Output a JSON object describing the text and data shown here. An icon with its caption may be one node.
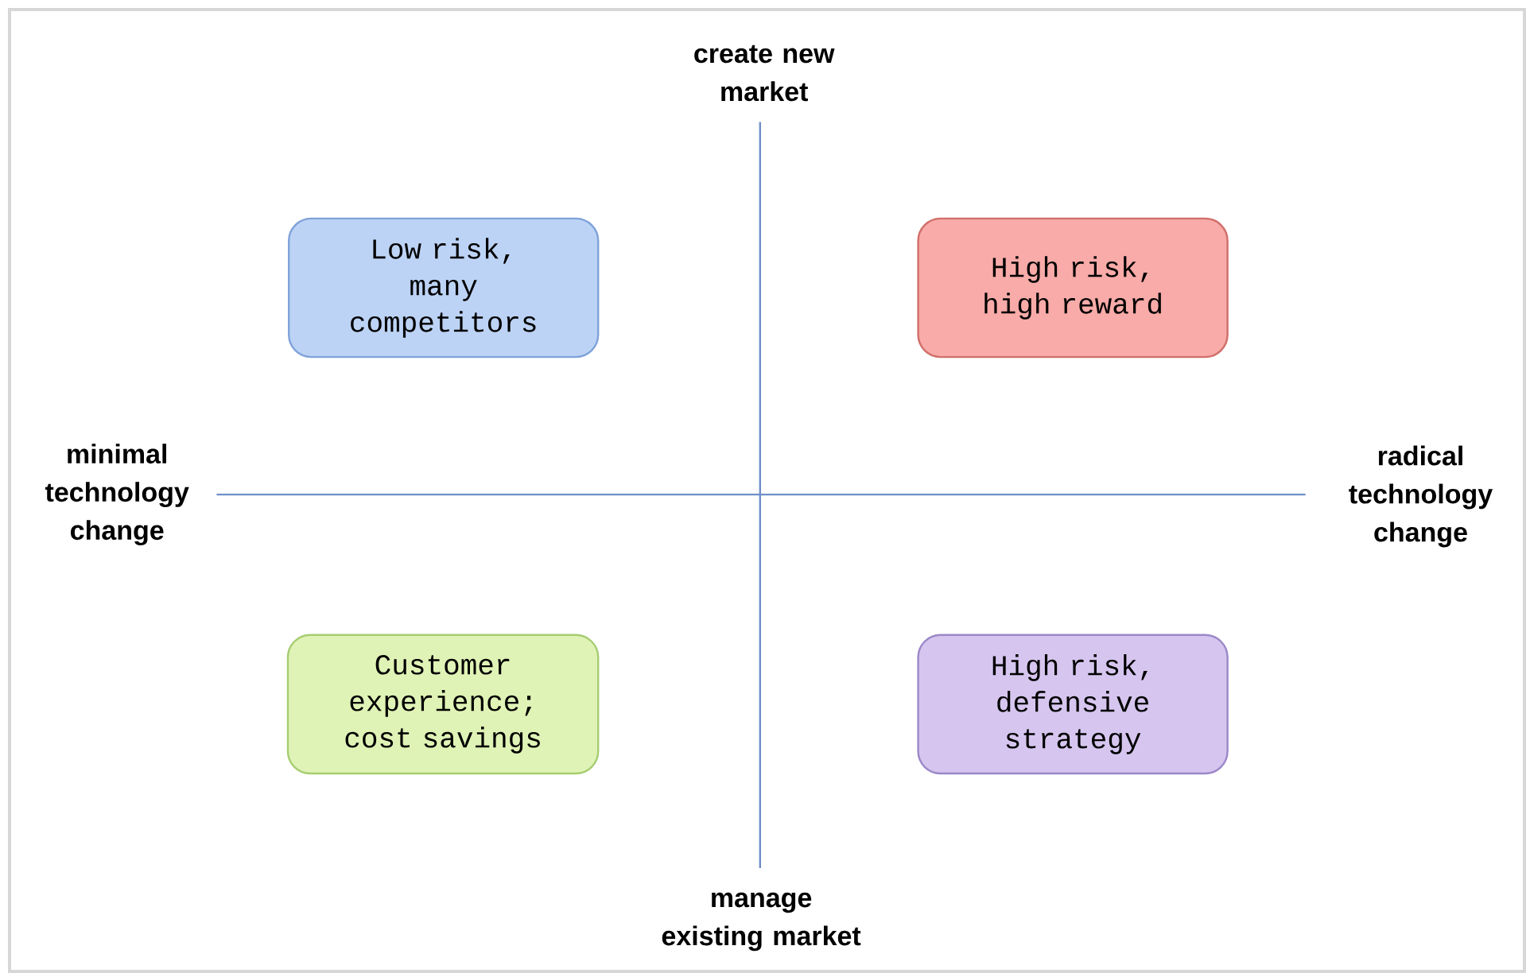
{
  "diagram": {
    "nodes": [
      {
        "text": [
          "Low risk, many competitors"
        ]
      },
      {
        "text": [
          "High risk, high reward"
        ]
      },
      {
        "text": [
          "Customer experience; cost savings"
        ]
      },
      {
        "text": [
          "High risk, defensive strategy"
        ]
      }
    ],
    "labels": [
      "create new market",
      "minimal technology change",
      "radical technology change",
      "manage existing market"
    ]
  }
}
